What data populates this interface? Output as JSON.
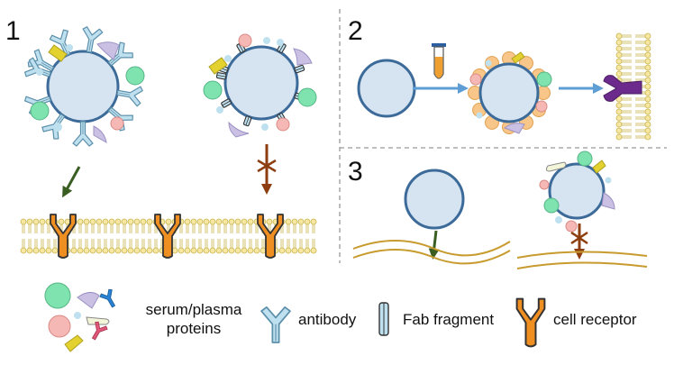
{
  "panels": [
    {
      "number": "1"
    },
    {
      "number": "2"
    },
    {
      "number": "3"
    }
  ],
  "legend": {
    "serum_line1": "serum/plasma",
    "serum_line2": "proteins",
    "antibody": "antibody",
    "fab": "Fab fragment",
    "receptor": "cell receptor"
  },
  "colors": {
    "nanoparticle_fill": "#d6e4f2",
    "nanoparticle_stroke": "#3d6b99",
    "antibody_fill": "#bfe1ef",
    "antibody_stroke": "#5c8faa",
    "receptor_fill": "#ef8f22",
    "receptor_stroke": "#333333",
    "membrane": "#f6e7a2",
    "membrane_stroke": "#c9b44e",
    "green_arrow": "#3a5e22",
    "brown_arrow": "#8c3e10",
    "blue_arrow": "#5f9ed4",
    "purple_receptor": "#6c2b8c",
    "tissue_line": "#c89b2e",
    "divider": "#999999"
  },
  "icons": [
    "nanoparticle-icon",
    "antibody-icon",
    "fab-fragment-icon",
    "cell-receptor-icon",
    "membrane-icon",
    "test-tube-icon",
    "serum-protein-icon"
  ]
}
